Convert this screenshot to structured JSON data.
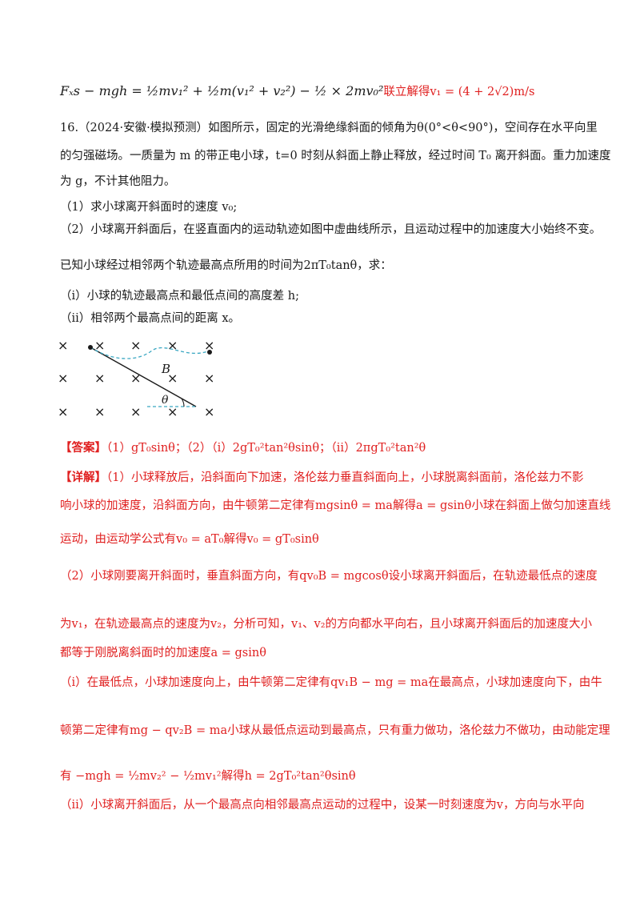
{
  "lines": {
    "l1": "Fₓs − mgh = ½mv₁² + ½m(v₁² + v₂²) − ½ × 2mv₀²",
    "l1_tail": "联立解得v₁ = (4 + 2√2)m/s",
    "l2": "16.（2024·安徽·模拟预测）如图所示，固定的光滑绝缘斜面的倾角为θ(0°<θ<90°)，空间存在水平向里",
    "l3": "的匀强磁场。一质量为 m 的带正电小球，t=0 时刻从斜面上静止释放，经过时间 T₀ 离开斜面。重力加速度",
    "l4": "为 g，不计其他阻力。",
    "l5": "（1）求小球离开斜面时的速度 v₀;",
    "l6": "（2）小球离开斜面后，在竖直面内的运动轨迹如图中虚曲线所示，且运动过程中的加速度大小始终不变。",
    "l7": "已知小球经过相邻两个轨迹最高点所用的时间为2πT₀tanθ，求：",
    "l8": "（ⅰ）小球的轨迹最高点和最低点间的高度差 h;",
    "l9": "（ⅱ）相邻两个最高点间的距离 x。",
    "answer_tag": "【答案】",
    "answer_body": "（1）gT₀sinθ；（2）（ⅰ）2gT₀²tan²θsinθ；（ⅱ）2πgT₀²tan²θ",
    "detail_tag": "【详解】",
    "d1": "（1）小球释放后，沿斜面向下加速，洛伦兹力垂直斜面向上，小球脱离斜面前，洛伦兹力不影",
    "d2": "响小球的加速度，沿斜面方向，由牛顿第二定律有mgsinθ = ma解得a = gsinθ小球在斜面上做匀加速直线",
    "d3": "运动，由运动学公式有v₀ = aT₀解得v₀ = gT₀sinθ",
    "d4": "（2）小球刚要离开斜面时，垂直斜面方向，有qv₀B = mgcosθ设小球离开斜面后，在轨迹最低点的速度",
    "d5": "为v₁，在轨迹最高点的速度为v₂，分析可知，v₁、v₂的方向都水平向右，且小球离开斜面后的加速度大小",
    "d6": "都等于刚脱离斜面时的加速度a = gsinθ",
    "d7": "（ⅰ）在最低点，小球加速度向上，由牛顿第二定律有qv₁B − mg = ma在最高点，小球加速度向下，由牛",
    "d8": "顿第二定律有mg − qv₂B = ma小球从最低点运动到最高点，只有重力做功，洛伦兹力不做功，由动能定理",
    "d9": "有 −mgh = ½mv₂² − ½mv₁²解得h = 2gT₀²tan²θsinθ",
    "d10": "（ⅱ）小球离开斜面后，从一个最高点向相邻最高点运动的过程中，设某一时刻速度为v，方向与水平向"
  },
  "figure": {
    "label_B": "B",
    "label_theta": "θ",
    "cross": "×",
    "colors": {
      "dash": "#3aa7c2",
      "line": "#1a1a1a"
    }
  }
}
